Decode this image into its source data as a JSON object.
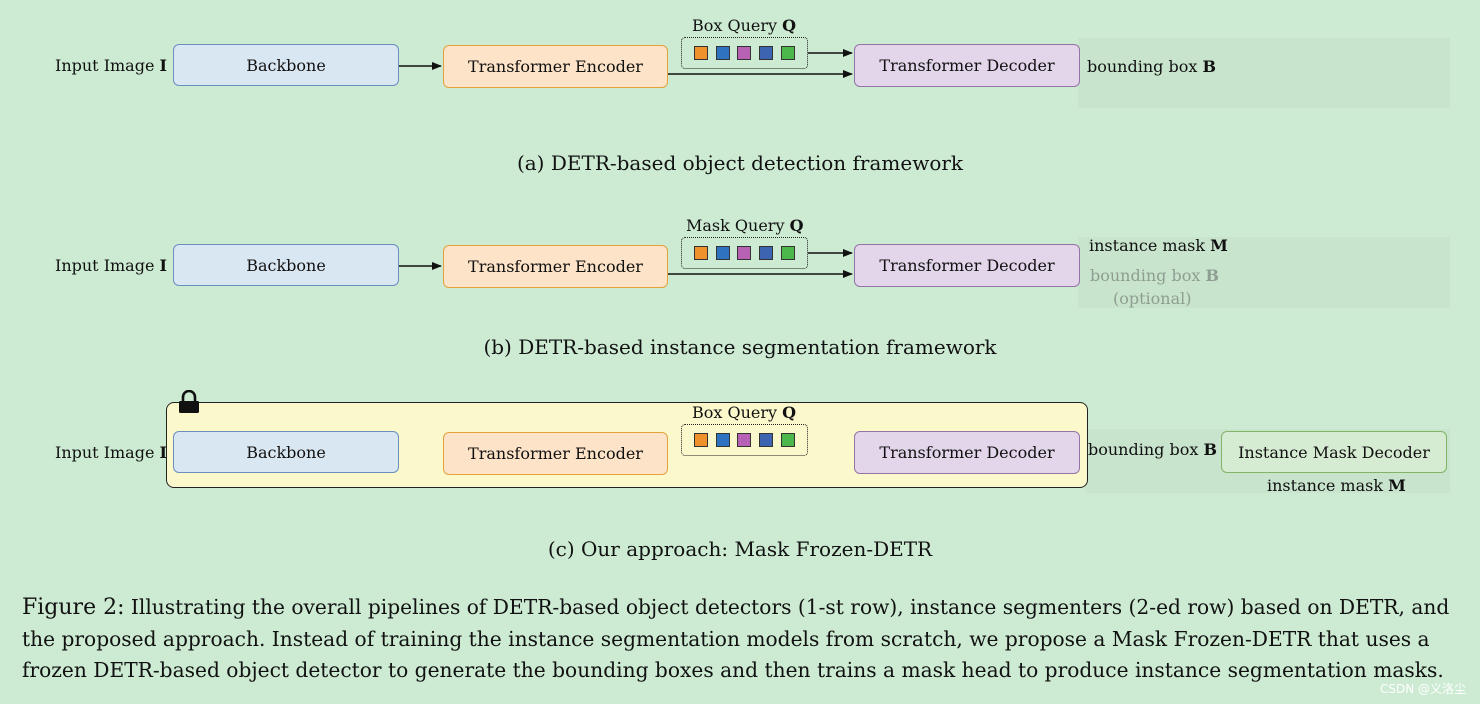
{
  "rows": [
    {
      "input_prefix": "Input Image ",
      "input_sym": "I",
      "backbone": "Backbone",
      "encoder": "Transformer Encoder",
      "query_prefix": "Box Query ",
      "query_sym": "Q",
      "decoder": "Transformer Decoder",
      "out1_prefix": "bounding box ",
      "out1_sym": "B",
      "caption": "(a) DETR-based object detection framework"
    },
    {
      "input_prefix": "Input Image ",
      "input_sym": "I",
      "backbone": "Backbone",
      "encoder": "Transformer Encoder",
      "query_prefix": "Mask Query ",
      "query_sym": "Q",
      "decoder": "Transformer Decoder",
      "out1_prefix": "instance mask ",
      "out1_sym": "M",
      "out2_prefix": "bounding box ",
      "out2_sym": "B",
      "out3": "(optional)",
      "caption": "(b) DETR-based instance segmentation framework"
    },
    {
      "input_prefix": "Input Image ",
      "input_sym": "I",
      "backbone": "Backbone",
      "encoder": "Transformer Encoder",
      "query_prefix": "Box Query ",
      "query_sym": "Q",
      "decoder": "Transformer Decoder",
      "out1_prefix": "bounding box ",
      "out1_sym": "B",
      "mask_decoder": "Instance Mask Decoder",
      "out2_prefix": "instance mask ",
      "out2_sym": "M",
      "caption": "(c) Our approach: Mask Frozen-DETR"
    }
  ],
  "query_colors": [
    "#f0922b",
    "#2f73c0",
    "#b862b5",
    "#3d64b0",
    "#4cb84c"
  ],
  "figure_caption": {
    "label": "Figure 2:",
    "text": "Illustrating the overall pipelines of DETR-based object detectors (1-st row), instance segmenters (2-ed row) based on DETR, and the proposed approach. Instead of training the instance segmentation models from scratch, we propose a Mask Frozen-DETR that uses a frozen DETR-based object detector to generate the bounding boxes and then trains a mask head to produce instance segmentation masks."
  },
  "watermark": "CSDN @义洛尘",
  "icons": {
    "frozen": "lock-icon"
  }
}
